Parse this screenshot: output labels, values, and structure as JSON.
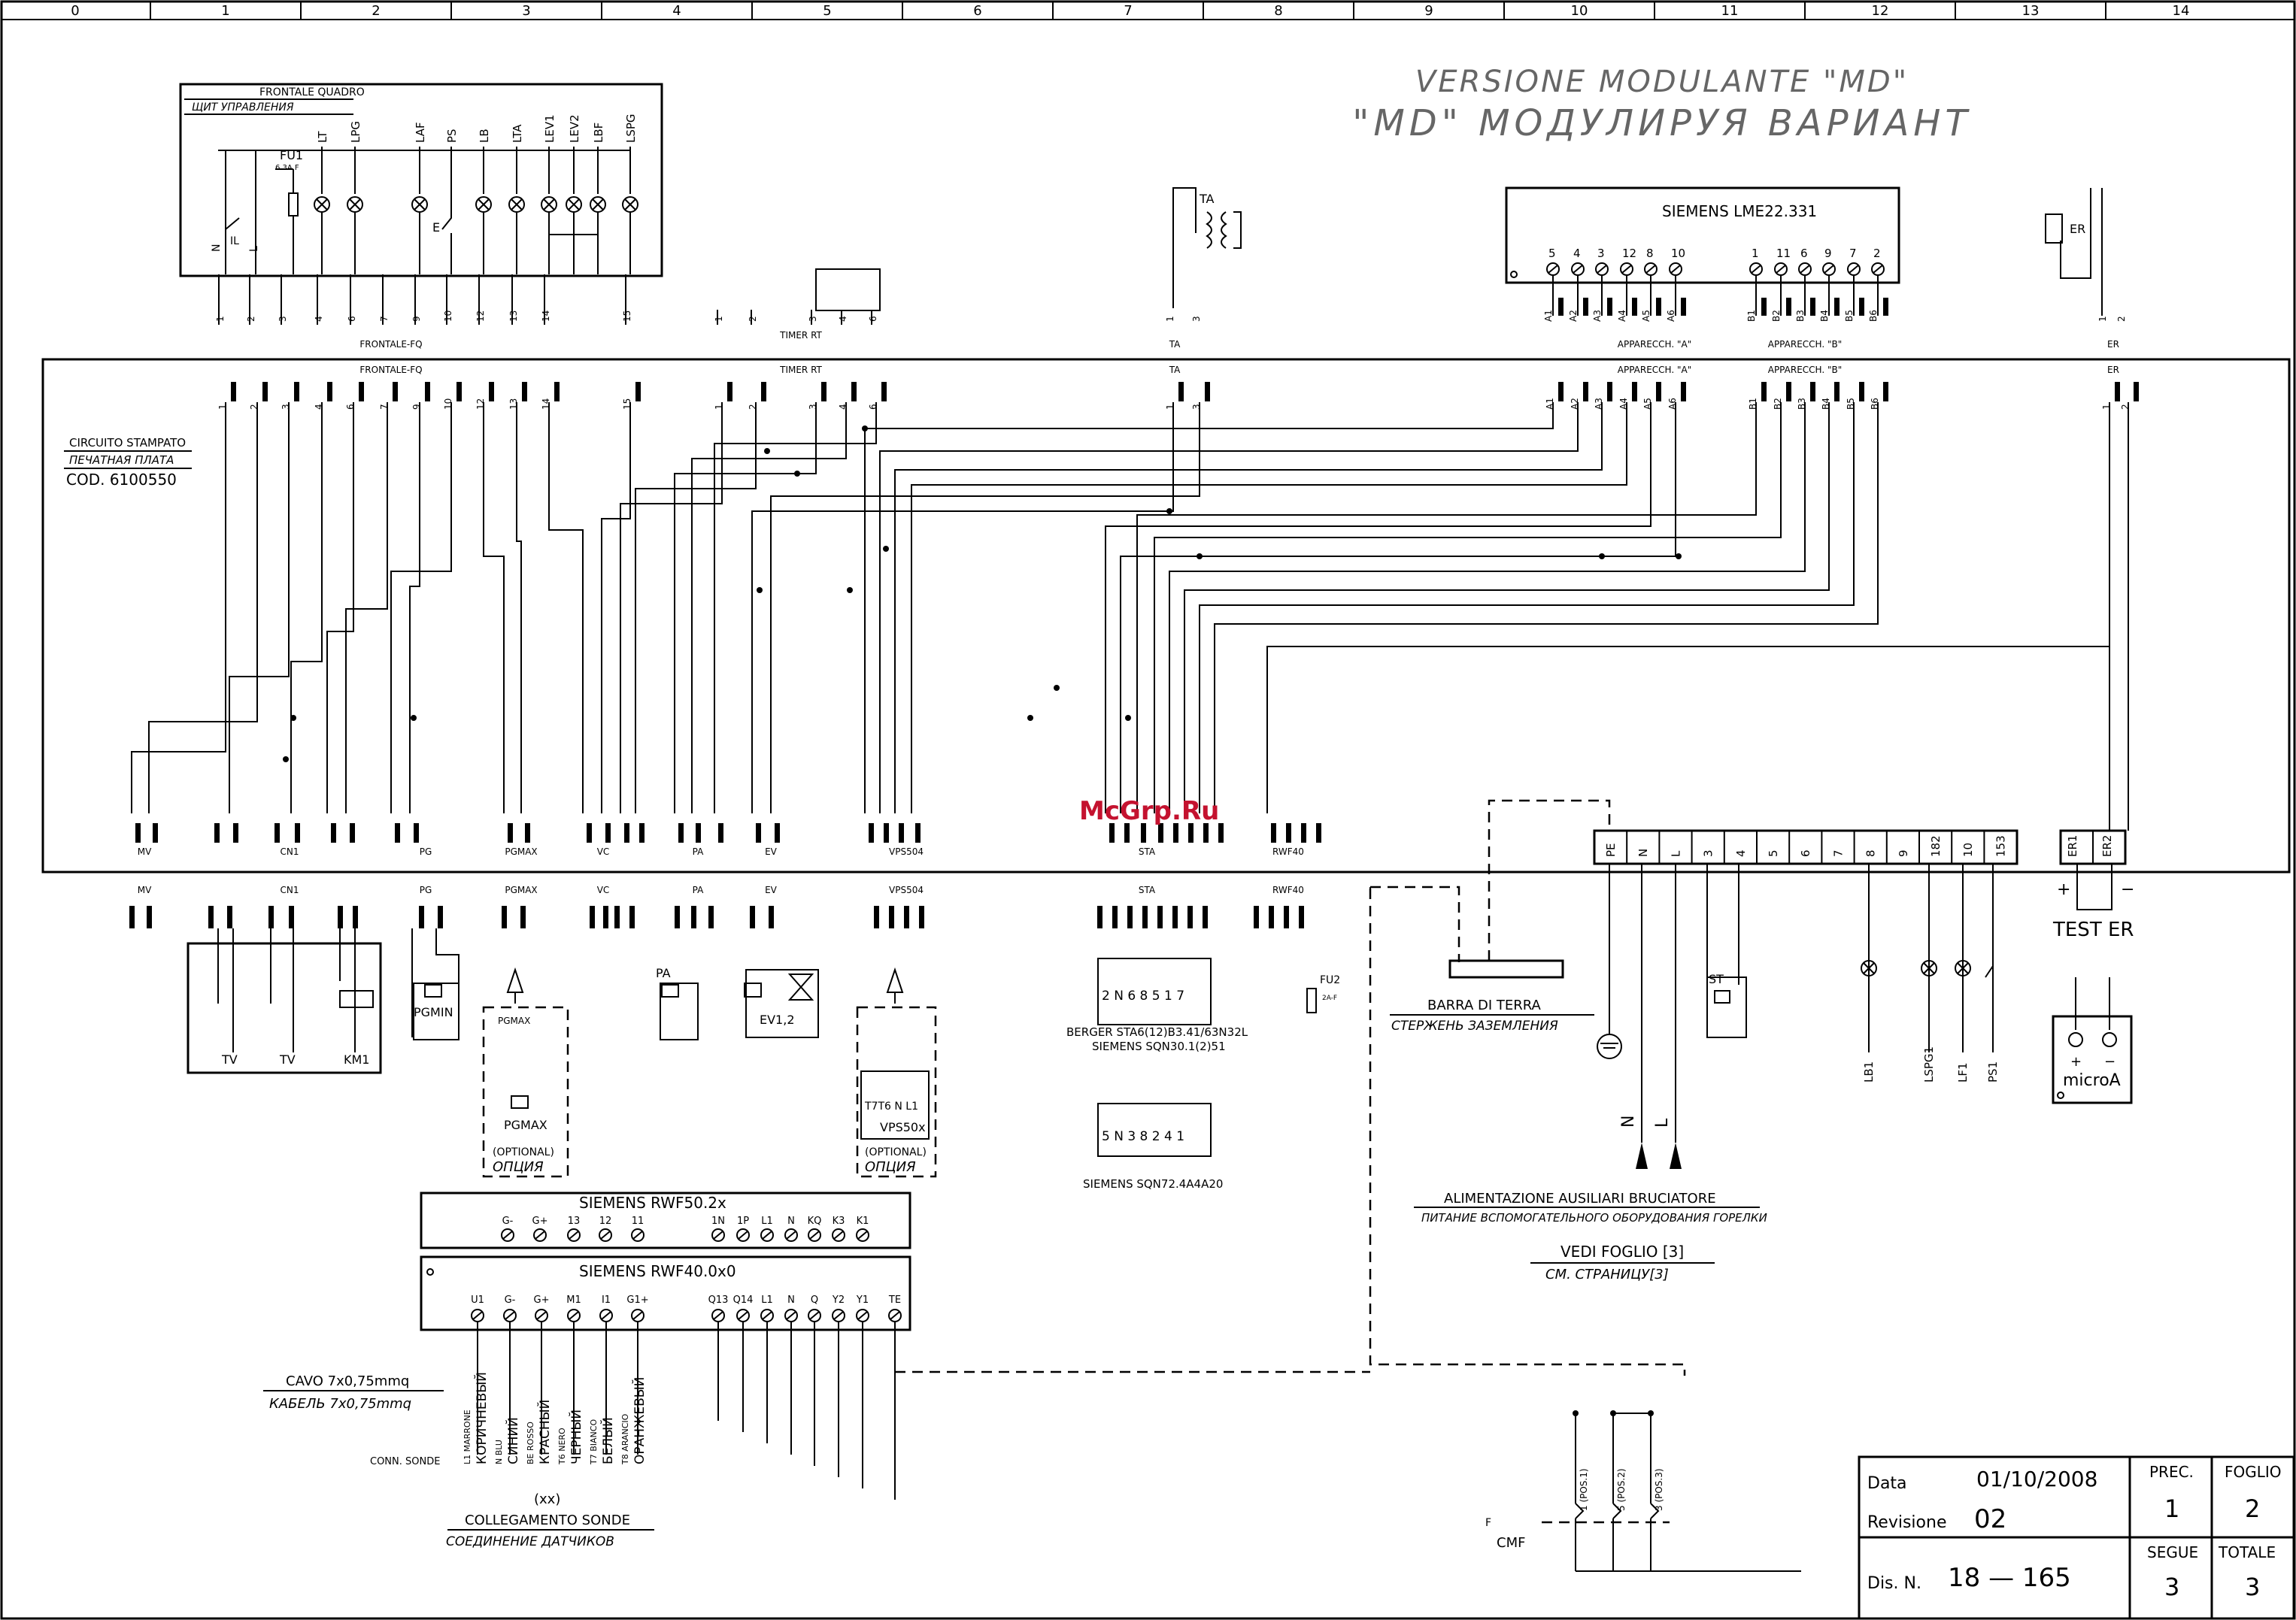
{
  "ruler": [
    "0",
    "1",
    "2",
    "3",
    "4",
    "5",
    "6",
    "7",
    "8",
    "9",
    "10",
    "11",
    "12",
    "13",
    "14"
  ],
  "title": {
    "line1": "VERSIONE MODULANTE \"MD\"",
    "line2": "\"MD\" МОДУЛИРУЯ ВАРИАНТ"
  },
  "watermark": "McGrp.Ru",
  "frontale": {
    "title": "FRONTALE QUADRO",
    "title_ru": "ЩИТ УПРАВЛЕНИЯ",
    "fuse": "FU1",
    "fuse_rating": "6.3A F",
    "lamps": [
      "LT",
      "LPG",
      "LAF",
      "PS",
      "LB",
      "LTA",
      "LEV1",
      "LEV2",
      "LBF",
      "LSPG"
    ],
    "misc": [
      "N",
      "L",
      "IL",
      "E"
    ],
    "terminals": [
      "1",
      "2",
      "3",
      "4",
      "6",
      "7",
      "9",
      "10",
      "12",
      "13",
      "14",
      "15"
    ],
    "bus_label": "FRONTALE-FQ"
  },
  "timer": {
    "label": "TIMER RT",
    "terminals": [
      "1",
      "2",
      "3",
      "4",
      "6"
    ]
  },
  "ta": {
    "label": "TA",
    "terminals": [
      "1",
      "3"
    ]
  },
  "siemens_lme": {
    "title": "SIEMENS LME22.331",
    "terminals_a": [
      "5",
      "4",
      "3",
      "12",
      "8",
      "10"
    ],
    "terminals_b": [
      "1",
      "11",
      "6",
      "9",
      "7",
      "2"
    ],
    "pins_a": [
      "A1",
      "A2",
      "A3",
      "A4",
      "A5",
      "A6"
    ],
    "pins_b": [
      "B1",
      "B2",
      "B3",
      "B4",
      "B5",
      "B6"
    ],
    "group_a": "APPARECCH. \"A\"",
    "group_b": "APPARECCH. \"B\""
  },
  "er": {
    "label": "ER",
    "terminals": [
      "1",
      "2"
    ],
    "pins": [
      "ER1",
      "ER2"
    ]
  },
  "pcb": {
    "title": "CIRCUITO STAMPATO",
    "title_ru": "ПЕЧАТНАЯ ПЛАТА",
    "code": "COD. 6100550"
  },
  "bottom_connectors": [
    "MV",
    "CN1",
    "PG",
    "PGMAX",
    "VC",
    "PA",
    "EV",
    "VPS504",
    "STA",
    "RWF40"
  ],
  "terminal_strip": [
    "PE",
    "N",
    "L",
    "3",
    "4",
    "5",
    "6",
    "7",
    "8",
    "9",
    "182",
    "10",
    "153"
  ],
  "test_er": {
    "label": "TEST ER",
    "plus": "+",
    "minus": "−",
    "meter": "microA"
  },
  "components": {
    "tv1": "TV",
    "tv2": "TV",
    "km1": "KM1",
    "pgmin": "PGMIN",
    "pgmax": "PGMAX",
    "pa": "PA",
    "ev": "EV1,2",
    "vps50x": "VPS50x",
    "vps_terms": "T7T6 N L1",
    "optional1": "(OPTIONAL)",
    "optional_ru1": "ОПЦИЯ",
    "optional2": "(OPTIONAL)",
    "optional_ru2": "ОПЦИЯ",
    "fu2": "FU2",
    "fu2_rating": "2A-F",
    "st": "ST",
    "lamps_right": [
      "LB1",
      "LSPG1",
      "LF1",
      "PS1"
    ]
  },
  "berger": {
    "terms": "2 N 6 8 5 1 7",
    "label1": "BERGER STA6(12)B3.41/63N32L",
    "label2": "SIEMENS SQN30.1(2)51",
    "terms2": "5 N 3 8 2 4 1",
    "label3": "SIEMENS SQN72.4A4A20"
  },
  "barra": {
    "label": "BARRA DI TERRA",
    "label_ru": "СТЕРЖЕНЬ ЗАЗЕМЛЕНИЯ"
  },
  "alimentazione": {
    "label": "ALIMENTAZIONE AUSILIARI BRUCIATORE",
    "label_ru": "ПИТАНИЕ ВСПОМОГАТЕЛЬНОГО ОБОРУДОВАНИЯ ГОРЕЛКИ",
    "vedi": "VEDI FOGLIO [3]",
    "vedi_ru": "СМ. СТРАНИЦУ[3]",
    "n": "N",
    "l": "L"
  },
  "rwf50": {
    "title": "SIEMENS RWF50.2x",
    "terminals": [
      "G-",
      "G+",
      "13",
      "12",
      "11",
      "1N",
      "1P",
      "L1",
      "N",
      "KQ",
      "K3",
      "K1"
    ]
  },
  "rwf40": {
    "title": "SIEMENS RWF40.0x0",
    "terminals": [
      "U1",
      "G-",
      "G+",
      "M1",
      "I1",
      "G1+",
      "Q13",
      "Q14",
      "L1",
      "N",
      "Q",
      "Y2",
      "Y1",
      "TE"
    ]
  },
  "cavo": {
    "label": "CAVO 7x0,75mmq",
    "label_ru": "КАБЕЛЬ 7x0,75mmq",
    "conn": "CONN. SONDE",
    "wires": [
      "L1 MARRONE",
      "КОРИЧНЕВЫЙ",
      "N  BLU",
      "СИНИЙ",
      "BE ROSSO",
      "КРАСНЫЙ",
      "T6 NERO",
      "ЧЕРНЫЙ",
      "T7 BIANCO",
      "БЕЛЫЙ",
      "T8 ARANCIO",
      "ОРАНЖЕВЫЙ"
    ]
  },
  "collegamento": {
    "xx": "(xx)",
    "label": "COLLEGAMENTO SONDE",
    "label_ru": "СОЕДИНЕНИЕ ДАТЧИКОВ"
  },
  "cmf": {
    "label": "CMF",
    "positions": [
      "1 (POS.1)",
      "5 (POS.2)",
      "3 (POS.3)"
    ],
    "f": "F"
  },
  "titleblock": {
    "data_label": "Data",
    "data": "01/10/2008",
    "rev_label": "Revisione",
    "rev": "02",
    "dis_label": "Dis. N.",
    "dis": "18  —  165",
    "prec_label": "PREC.",
    "prec": "1",
    "foglio_label": "FOGLIO",
    "foglio": "2",
    "segue_label": "SEGUE",
    "segue": "3",
    "totale_label": "TOTALE",
    "totale": "3"
  }
}
